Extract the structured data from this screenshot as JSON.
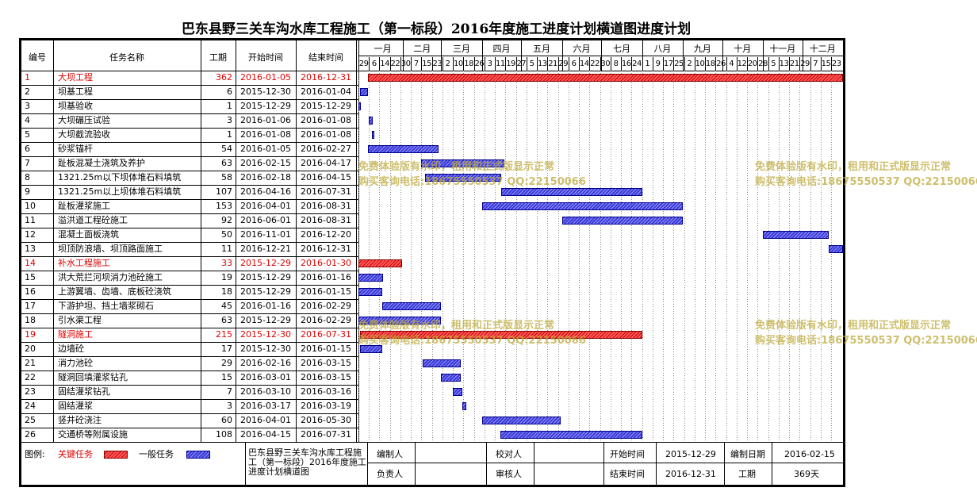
{
  "title": "巴东县野三关车沟水库工程施工（第一标段）2016年度施工进度计划横道图进度计划",
  "headers": {
    "id": "编号",
    "name": "任务名称",
    "dur": "工期",
    "start": "开始时间",
    "end": "结束时间"
  },
  "months": [
    "一月",
    "二月",
    "三月",
    "四月",
    "五月",
    "六月",
    "七月",
    "八月",
    "九月",
    "十月",
    "十一月",
    "十二月"
  ],
  "ticks": [
    "29",
    "6",
    "14",
    "22",
    "30",
    "7",
    "15",
    "23",
    "2",
    "10",
    "18",
    "26",
    "3",
    "11",
    "19",
    "27",
    "5",
    "13",
    "21",
    "29",
    "6",
    "14",
    "22",
    "30",
    "8",
    "16",
    "24",
    "1",
    "9",
    "17",
    "25",
    "2",
    "10",
    "18",
    "26",
    "4",
    "12",
    "20",
    "28",
    "5",
    "13",
    "21",
    "29",
    "7",
    "15",
    "23"
  ],
  "tasks": [
    {
      "id": "1",
      "name": "大坝工程",
      "dur": "362",
      "start": "2016-01-05",
      "end": "2016-12-31",
      "critical": true
    },
    {
      "id": "2",
      "name": "坝基工程",
      "dur": "6",
      "start": "2015-12-30",
      "end": "2016-01-04",
      "critical": false
    },
    {
      "id": "3",
      "name": "坝基验收",
      "dur": "1",
      "start": "2015-12-29",
      "end": "2015-12-29",
      "critical": false
    },
    {
      "id": "4",
      "name": "大坝碾压试验",
      "dur": "3",
      "start": "2016-01-06",
      "end": "2016-01-08",
      "critical": false
    },
    {
      "id": "5",
      "name": "大坝截流验收",
      "dur": "1",
      "start": "2016-01-08",
      "end": "2016-01-08",
      "critical": false
    },
    {
      "id": "6",
      "name": "砂浆锚杆",
      "dur": "54",
      "start": "2016-01-05",
      "end": "2016-02-27",
      "critical": false
    },
    {
      "id": "7",
      "name": "趾板混凝土浇筑及养护",
      "dur": "63",
      "start": "2016-02-15",
      "end": "2016-04-17",
      "critical": false
    },
    {
      "id": "8",
      "name": "1321.25m以下坝体堆石料填筑",
      "dur": "58",
      "start": "2016-02-18",
      "end": "2016-04-15",
      "critical": false
    },
    {
      "id": "9",
      "name": "1321.25m以上坝体堆石料填筑",
      "dur": "107",
      "start": "2016-04-16",
      "end": "2016-07-31",
      "critical": false
    },
    {
      "id": "10",
      "name": "趾板灌浆施工",
      "dur": "153",
      "start": "2016-04-01",
      "end": "2016-08-31",
      "critical": false
    },
    {
      "id": "11",
      "name": "溢洪道工程砼施工",
      "dur": "92",
      "start": "2016-06-01",
      "end": "2016-08-31",
      "critical": false
    },
    {
      "id": "12",
      "name": "混凝土面板浇筑",
      "dur": "50",
      "start": "2016-11-01",
      "end": "2016-12-20",
      "critical": false
    },
    {
      "id": "13",
      "name": "坝顶防浪墙、坝顶路面施工",
      "dur": "11",
      "start": "2016-12-21",
      "end": "2016-12-31",
      "critical": false
    },
    {
      "id": "14",
      "name": "补水工程施工",
      "dur": "33",
      "start": "2015-12-29",
      "end": "2016-01-30",
      "critical": true
    },
    {
      "id": "15",
      "name": "洪大荒拦河坝消力池砼施工",
      "dur": "19",
      "start": "2015-12-29",
      "end": "2016-01-16",
      "critical": false
    },
    {
      "id": "16",
      "name": "上游翼墙、齿墙、底板砼浇筑",
      "dur": "18",
      "start": "2015-12-29",
      "end": "2016-01-15",
      "critical": false
    },
    {
      "id": "17",
      "name": "下游护坦、挡土墙浆砌石",
      "dur": "45",
      "start": "2016-01-16",
      "end": "2016-02-29",
      "critical": false
    },
    {
      "id": "18",
      "name": "引水渠工程",
      "dur": "63",
      "start": "2015-12-29",
      "end": "2016-02-29",
      "critical": false
    },
    {
      "id": "19",
      "name": "隧洞施工",
      "dur": "215",
      "start": "2015-12-30",
      "end": "2016-07-31",
      "critical": true
    },
    {
      "id": "20",
      "name": "边墙砼",
      "dur": "17",
      "start": "2015-12-30",
      "end": "2016-01-15",
      "critical": false
    },
    {
      "id": "21",
      "name": "消力池砼",
      "dur": "29",
      "start": "2016-02-16",
      "end": "2016-03-15",
      "critical": false
    },
    {
      "id": "22",
      "name": "隧洞回填灌浆钻孔",
      "dur": "15",
      "start": "2016-03-01",
      "end": "2016-03-15",
      "critical": false
    },
    {
      "id": "23",
      "name": "固结灌浆钻孔",
      "dur": "7",
      "start": "2016-03-10",
      "end": "2016-03-16",
      "critical": false
    },
    {
      "id": "24",
      "name": "固结灌浆",
      "dur": "3",
      "start": "2016-03-17",
      "end": "2016-03-19",
      "critical": false
    },
    {
      "id": "25",
      "name": "竖井砼浇注",
      "dur": "60",
      "start": "2016-04-01",
      "end": "2016-05-30",
      "critical": false
    },
    {
      "id": "26",
      "name": "交通桥等附属设施",
      "dur": "108",
      "start": "2016-04-15",
      "end": "2016-07-31",
      "critical": false
    }
  ],
  "footer": {
    "legend_label": "图例:",
    "critical_label": "关键任务",
    "normal_label": "一般任务",
    "project_name": "巴东县野三关车沟水库工程施工（第一标段）2016年度施工进度计划横道图",
    "prepared_by": "编制人",
    "checked_by": "校对人",
    "start_label": "开始时间",
    "start_value": "2015-12-29",
    "compile_date_label": "编制日期",
    "compile_date_value": "2016-02-15",
    "owner": "负责人",
    "reviewer": "审核人",
    "end_label": "结束时间",
    "end_value": "2016-12-31",
    "duration_label": "工期",
    "duration_value": "369天"
  },
  "watermark": {
    "line1": "免费体验版有水印，租用和正式版显示正常",
    "line2": "购买客询电话:18675550537 QQ:22150066"
  },
  "colors": {
    "critical": "#e00000",
    "normal_bar": "#3a3ad8",
    "critical_bar": "#d02020"
  }
}
